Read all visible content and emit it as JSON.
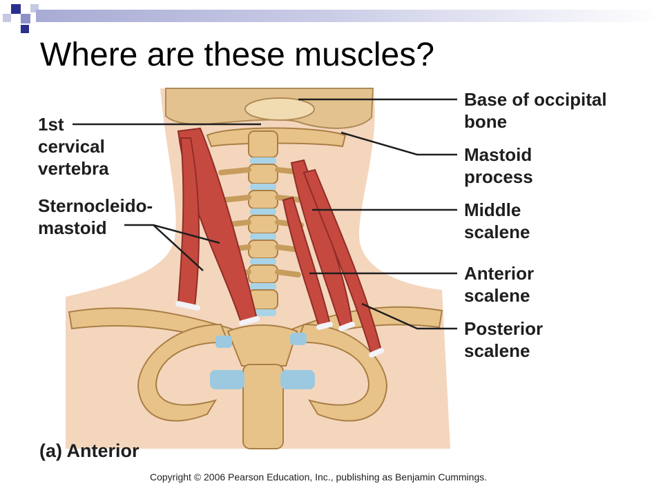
{
  "slide": {
    "title": "Where are these muscles?",
    "accent_colors": {
      "dark_square": "#2b2f8e",
      "mid_square": "#8e91c8",
      "light_square": "#c6c8e4",
      "bar": "#b9bbdd"
    }
  },
  "figure": {
    "left_labels": [
      {
        "lines": [
          "1st",
          "cervical",
          "vertebra"
        ]
      },
      {
        "lines": [
          "Sternocleido-",
          "mastoid"
        ]
      }
    ],
    "right_labels": [
      {
        "lines": [
          "Base of occipital",
          "bone"
        ]
      },
      {
        "lines": [
          "Mastoid",
          "process"
        ]
      },
      {
        "lines": [
          "Middle",
          "scalene"
        ]
      },
      {
        "lines": [
          "Anterior",
          "scalene"
        ]
      },
      {
        "lines": [
          "Posterior",
          "scalene"
        ]
      }
    ],
    "caption": "(a)  Anterior",
    "copyright": "Copyright © 2006 Pearson Education, Inc., publishing as Benjamin Cummings.",
    "colors": {
      "skin": "#f4d6bd",
      "bone": "#e8c389",
      "muscle": "#c6493f",
      "disc": "#a9d3e6",
      "cartilage": "#9cc9e0"
    }
  }
}
